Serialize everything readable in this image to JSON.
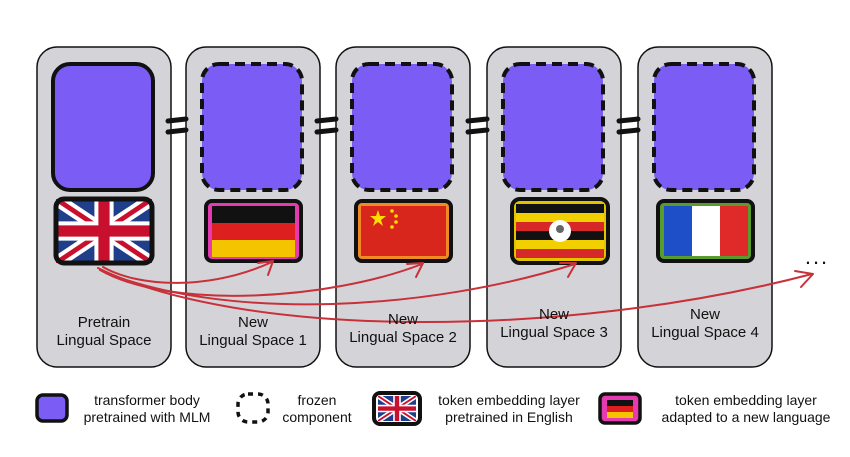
{
  "panels": [
    {
      "line1": "Pretrain",
      "line2": "Lingual Space",
      "flag": "uk-flag",
      "frozen_body": false
    },
    {
      "line1": "New",
      "line2": "Lingual Space 1",
      "flag": "germany-flag",
      "frozen_body": true
    },
    {
      "line1": "New",
      "line2": "Lingual Space 2",
      "flag": "china-flag",
      "frozen_body": true
    },
    {
      "line1": "New",
      "line2": "Lingual Space 3",
      "flag": "uganda-flag",
      "frozen_body": true
    },
    {
      "line1": "New",
      "line2": "Lingual Space 4",
      "flag": "france-flag",
      "frozen_body": true
    }
  ],
  "ellipsis": "...",
  "legend": [
    {
      "line1": "transformer body",
      "line2": "pretrained with MLM"
    },
    {
      "line1": "frozen",
      "line2": "component"
    },
    {
      "line1": "token embedding layer",
      "line2": "pretrained in English"
    },
    {
      "line1": "token embedding layer",
      "line2": "adapted to a new language"
    }
  ],
  "colors": {
    "panel_fill": "#d4d4d8",
    "body_purple": "#7b5cf5",
    "arrow_red": "#c8313a",
    "outline": "#111111"
  }
}
